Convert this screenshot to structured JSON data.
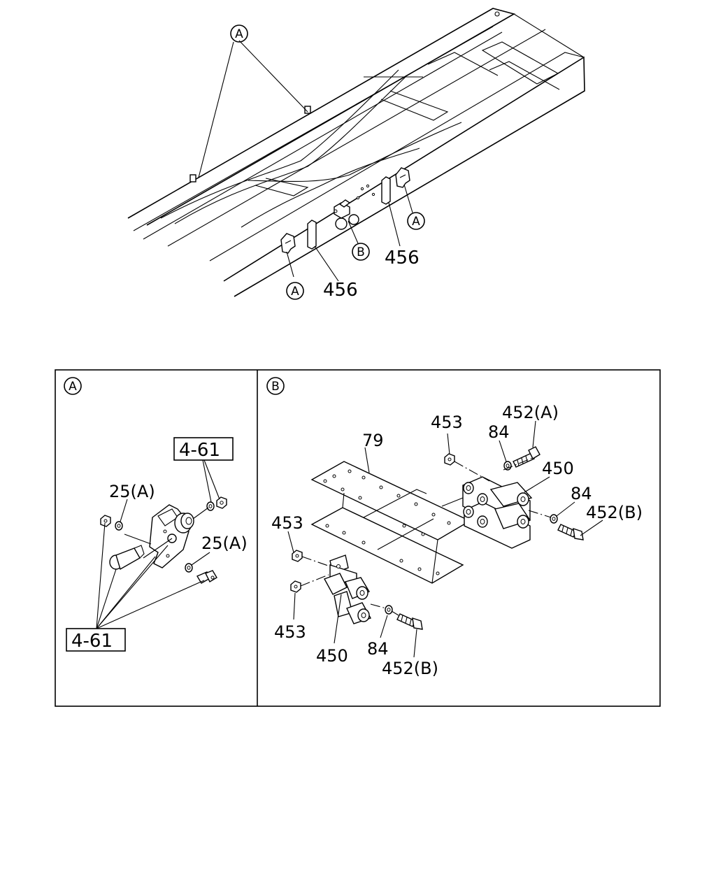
{
  "overview": {
    "callout_A": "A",
    "callout_B": "B",
    "part_456_left": "456",
    "part_456_right": "456"
  },
  "panel_A": {
    "marker": "A",
    "ref_top": "4-61",
    "ref_bottom": "4-61",
    "label_25A_upper": "25(A)",
    "label_25A_lower": "25(A)"
  },
  "panel_B": {
    "marker": "B",
    "label_79": "79",
    "label_453_top": "453",
    "label_84_top": "84",
    "label_452A": "452(A)",
    "label_450_right": "450",
    "label_84_right": "84",
    "label_452B_right": "452(B)",
    "label_453_mid": "453",
    "label_453_low": "453",
    "label_450_left": "450",
    "label_84_low": "84",
    "label_452B_low": "452(B)"
  }
}
